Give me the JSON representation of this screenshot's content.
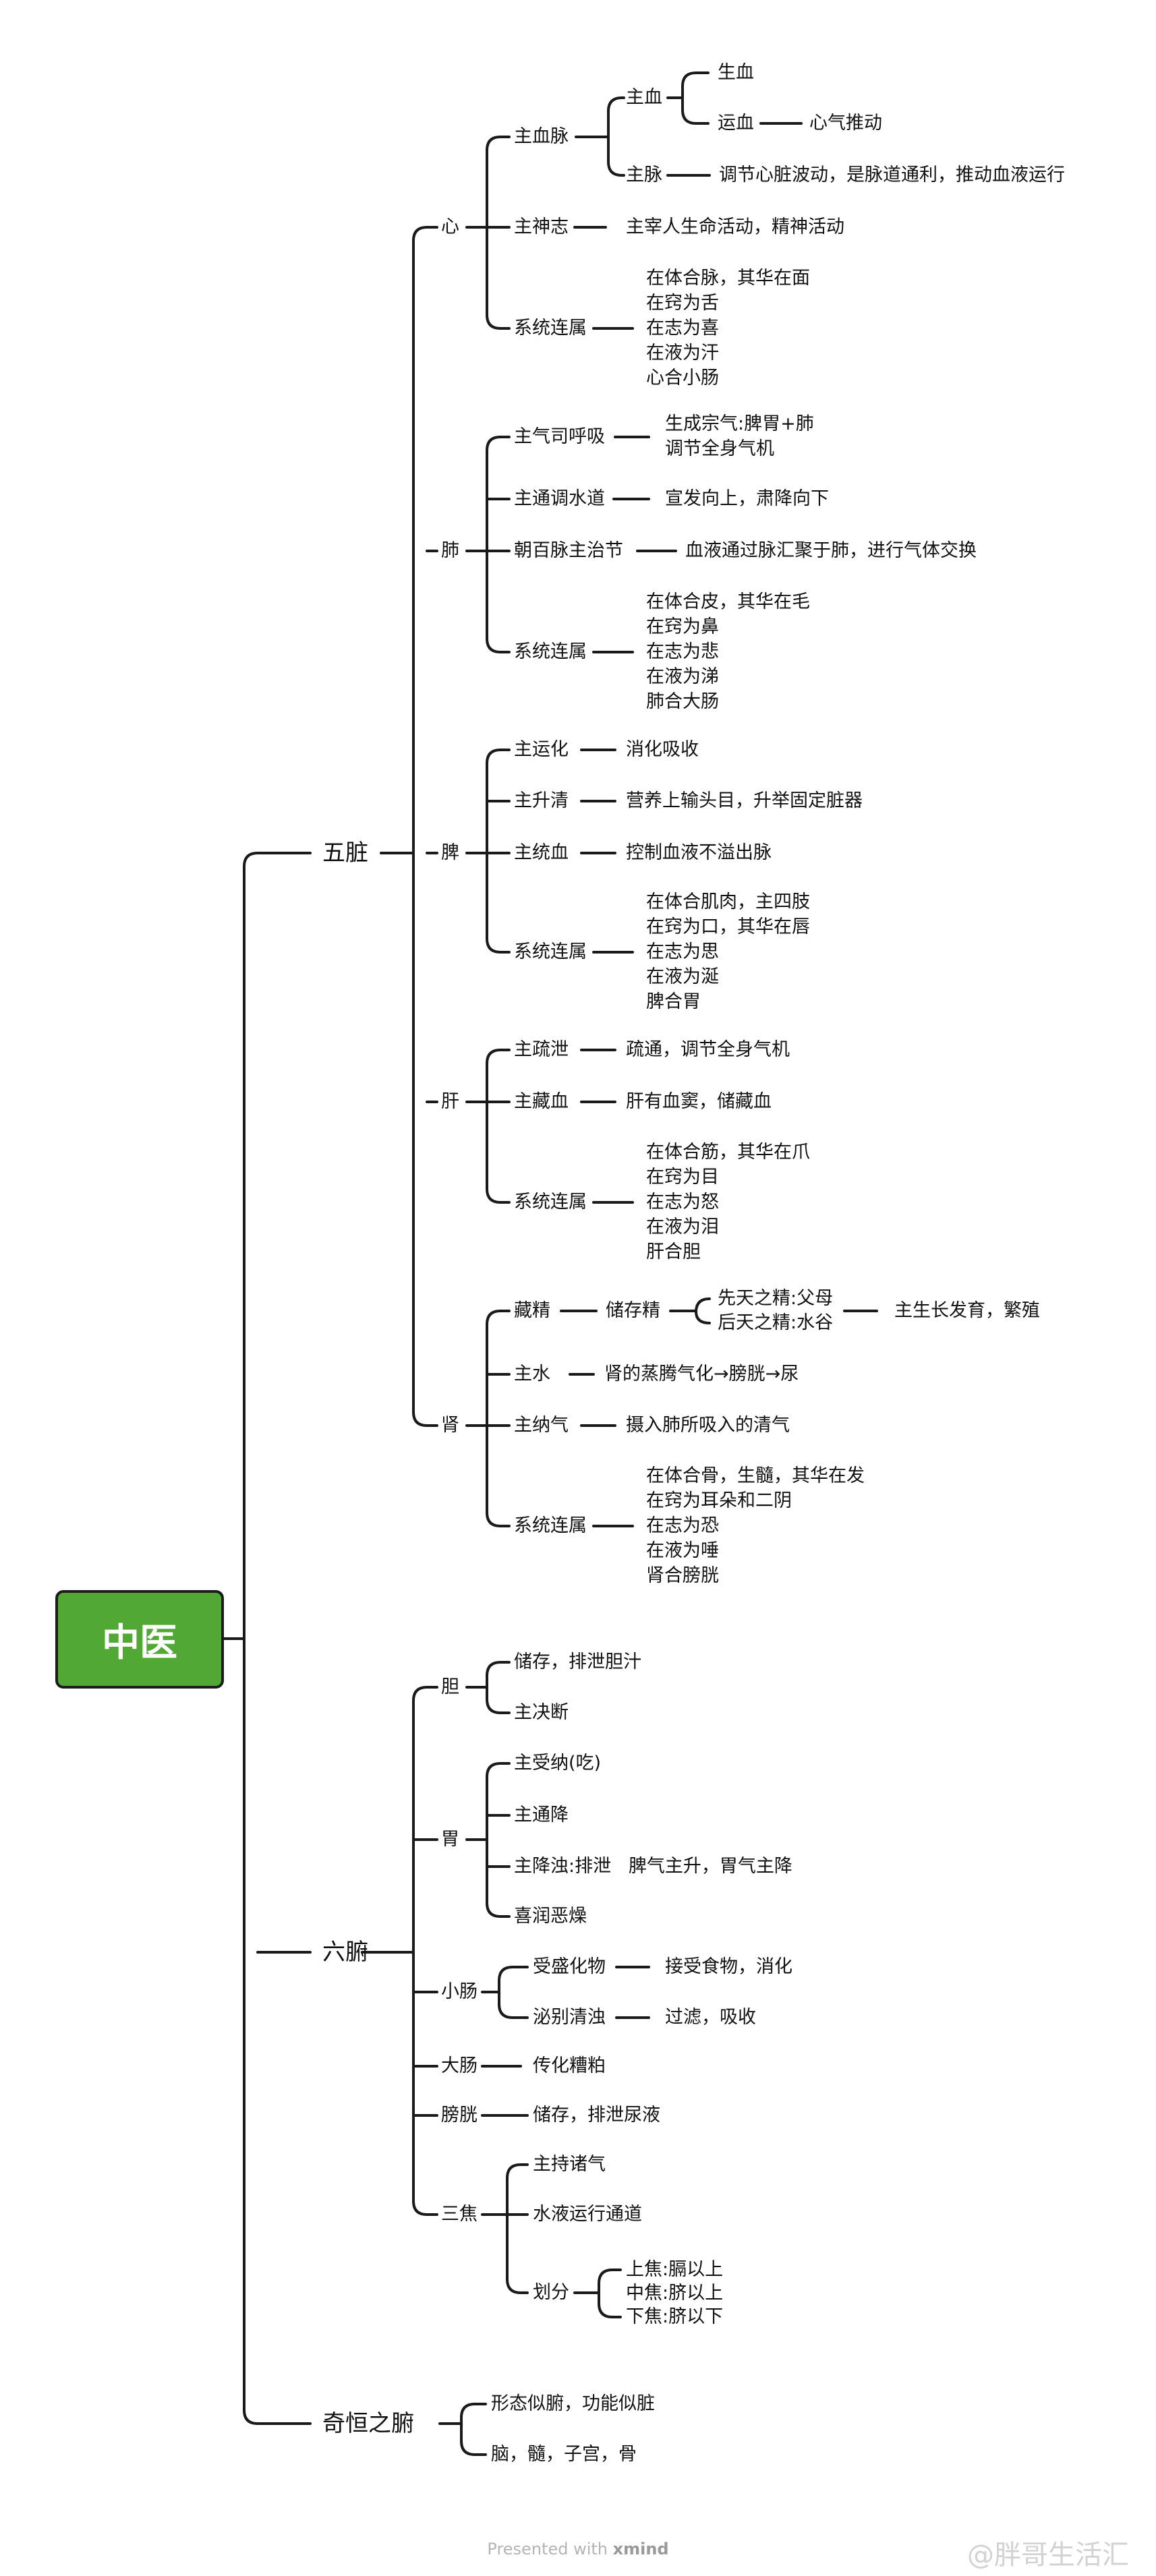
{
  "root": "中医",
  "groups": {
    "wuzang": "五脏",
    "liufu": "六腑",
    "qiheng": "奇恒之腑"
  },
  "heart": {
    "name": "心",
    "zhuxuemai": "主血脉",
    "zhuxue": "主血",
    "shengxue": "生血",
    "yunxue": "运血",
    "xinqituidong": "心气推动",
    "zhumai": "主脉",
    "zhumai_desc": "调节心脏波动，是脉道通利，推动血液运行",
    "zhushenzhi": "主神志",
    "zhushenzhi_desc": "主宰人生命活动，精神活动",
    "xitong": "系统连属",
    "xitong_lines": [
      "在体合脉，其华在面",
      "在窍为舌",
      "在志为喜",
      "在液为汗",
      "心合小肠"
    ]
  },
  "lung": {
    "name": "肺",
    "zhuqi": "主气司呼吸",
    "zhuqi_lines": [
      "生成宗气:脾胃+肺",
      "调节全身气机"
    ],
    "tiaoshui": "主通调水道",
    "tiaoshui_desc": "宣发向上，肃降向下",
    "chaobai": "朝百脉主治节",
    "chaobai_desc": "血液通过脉汇聚于肺，进行气体交换",
    "xitong": "系统连属",
    "xitong_lines": [
      "在体合皮，其华在毛",
      "在窍为鼻",
      "在志为悲",
      "在液为涕",
      "肺合大肠"
    ]
  },
  "spleen": {
    "name": "脾",
    "yunhua": "主运化",
    "yunhua_desc": "消化吸收",
    "shengqing": "主升清",
    "shengqing_desc": "营养上输头目，升举固定脏器",
    "tongxue": "主统血",
    "tongxue_desc": "控制血液不溢出脉",
    "xitong": "系统连属",
    "xitong_lines": [
      "在体合肌肉，主四肢",
      "在窍为口，其华在唇",
      "在志为思",
      "在液为涎",
      "脾合胃"
    ]
  },
  "liver": {
    "name": "肝",
    "shuxie": "主疏泄",
    "shuxie_desc": "疏通，调节全身气机",
    "cangxue": "主藏血",
    "cangxue_desc": "肝有血窦，储藏血",
    "xitong": "系统连属",
    "xitong_lines": [
      "在体合筋，其华在爪",
      "在窍为目",
      "在志为怒",
      "在液为泪",
      "肝合胆"
    ]
  },
  "kidney": {
    "name": "肾",
    "cangjing": "藏精",
    "chucunjing": "储存精",
    "jing_lines": [
      "先天之精:父母",
      "后天之精:水谷"
    ],
    "jing_result": "主生长发育，繁殖",
    "zhushui": "主水",
    "zhushui_desc": "肾的蒸腾气化→膀胱→尿",
    "naqi": "主纳气",
    "naqi_desc": "摄入肺所吸入的清气",
    "xitong": "系统连属",
    "xitong_lines": [
      "在体合骨，生髓，其华在发",
      "在窍为耳朵和二阴",
      "在志为恐",
      "在液为唾",
      "肾合膀胱"
    ]
  },
  "gallbladder": {
    "name": "胆",
    "items": [
      "储存，排泄胆汁",
      "主决断"
    ]
  },
  "stomach": {
    "name": "胃",
    "items": [
      "主受纳(吃)",
      "主通降",
      "主降浊:排泄   脾气主升，胃气主降",
      "喜润恶燥"
    ]
  },
  "small_intestine": {
    "name": "小肠",
    "shousheng": "受盛化物",
    "shousheng_desc": "接受食物，消化",
    "mibie": "泌别清浊",
    "mibie_desc": "过滤，吸收"
  },
  "large_intestine": {
    "name": "大肠",
    "desc": "传化糟粕"
  },
  "bladder": {
    "name": "膀胱",
    "desc": "储存，排泄尿液"
  },
  "sanjiao": {
    "name": "三焦",
    "items": [
      "主持诸气",
      "水液运行通道"
    ],
    "huafen": "划分",
    "huafen_lines": [
      "上焦:膈以上",
      "中焦:脐以上",
      "下焦:脐以下"
    ]
  },
  "qiheng": {
    "items": [
      "形态似腑，功能似脏",
      "脑，髓，子宫，骨"
    ]
  },
  "footer": {
    "prefix": "Presented with ",
    "brand": "xmind"
  },
  "watermark": "@胖哥生活汇",
  "colors": {
    "root_fill": "#52a835",
    "line": "#1a1a1a"
  }
}
